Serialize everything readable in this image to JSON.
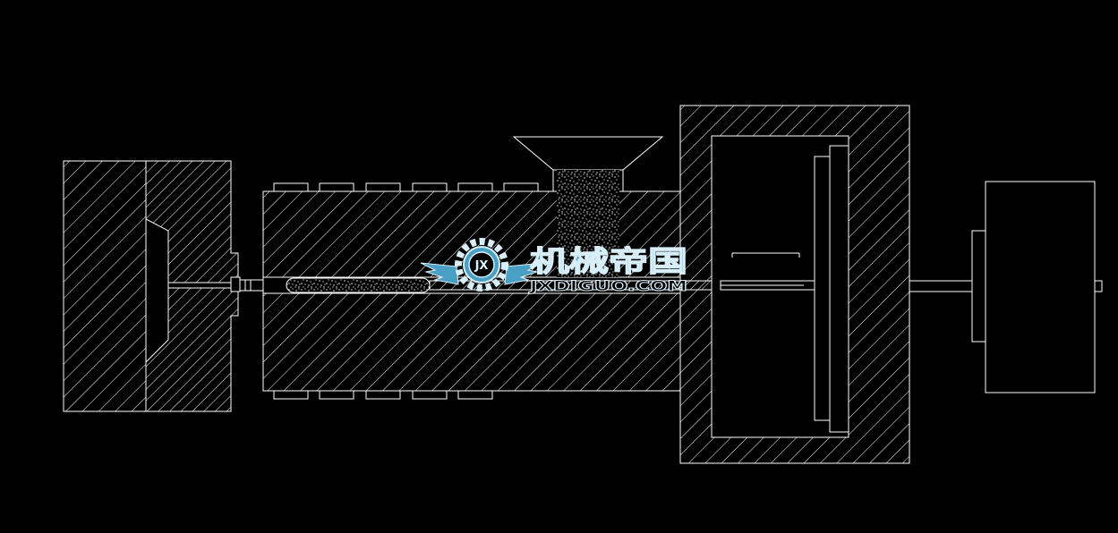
{
  "logo": {
    "badge_text": "JX",
    "name_cn": "机械帝国",
    "name_en": "JXDIGUO.COM",
    "color_primary": "#4a9fc4",
    "color_light": "#d8eef8"
  },
  "colors": {
    "background": "#000000",
    "line": "#ffffff"
  }
}
